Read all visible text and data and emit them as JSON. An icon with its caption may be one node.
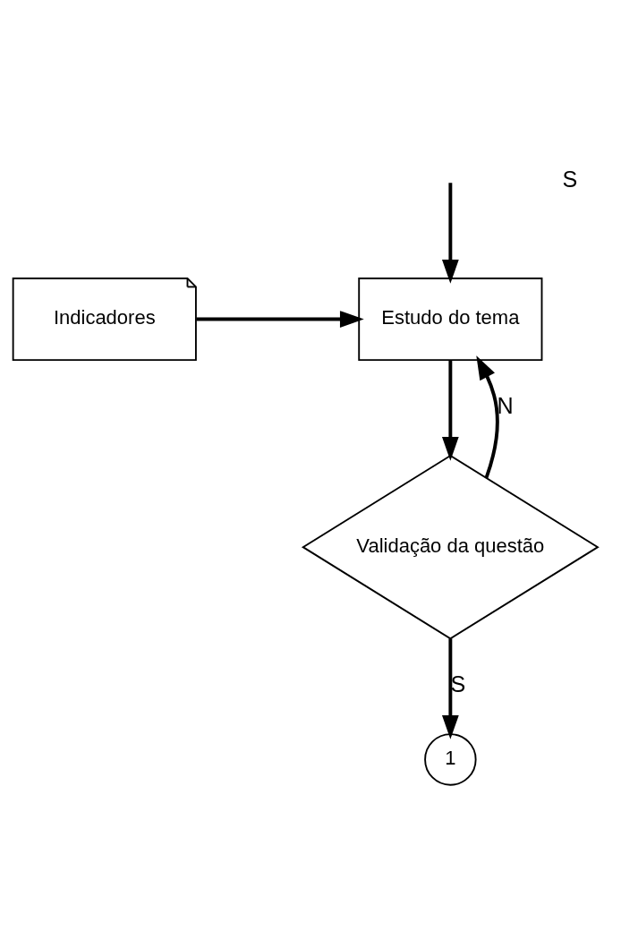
{
  "diagram": {
    "nodes": [
      {
        "text": [
          "Indicadores"
        ]
      },
      {
        "text": [
          "Estudo do tema"
        ]
      },
      {
        "text": [
          "Validação da questão"
        ]
      },
      {
        "text": [
          "1"
        ]
      }
    ],
    "edges": [
      {
        "from": null,
        "to": 1,
        "arrow": "to"
      },
      {
        "from": 0,
        "to": 1,
        "arrow": "to"
      },
      {
        "from": 2,
        "to": 1,
        "arrow": "to",
        "label": "N"
      },
      {
        "from": 1,
        "to": 2,
        "arrow": "to"
      },
      {
        "from": 2,
        "to": 3,
        "arrow": "to",
        "label": "S"
      }
    ],
    "labels": [
      "S"
    ]
  }
}
